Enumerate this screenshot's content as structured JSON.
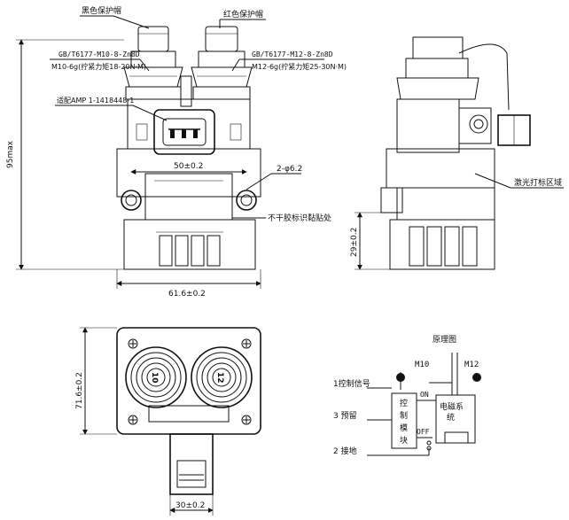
{
  "front_view": {
    "label_black_cap": "黑色保护帽",
    "label_red_cap": "红色保护帽",
    "label_m10_std": "GB/T6177-M10-8-Zn8D",
    "label_m10_torque": "M10-6g(拧紧力矩18-20N·M)",
    "label_m12_std": "GB/T6177-M12-8-Zn8D",
    "label_m12_torque": "M12-6g(拧紧力矩25-30N·M)",
    "label_connector": "适配AMP 1-1418448-1",
    "dim_height": "95max",
    "dim_hole_spacing": "50±0.2",
    "dim_hole": "2-φ6.2",
    "label_sticker": "不干胶标识黏贴处",
    "dim_width": "61.6±0.2"
  },
  "side_view": {
    "label_laser": "激光打标区域",
    "dim_29": "29±0.2"
  },
  "bottom_view": {
    "terminal_left": "10",
    "terminal_right": "12",
    "dim_height": "71.6±0.2",
    "dim_width": "30±0.2"
  },
  "schematic": {
    "title": "原理图",
    "m10": "M10",
    "m12": "M12",
    "signal": "1控制信号",
    "reserve": "3 预留",
    "ground": "2 接地",
    "module_c1": "控",
    "module_c2": "制",
    "module_c3": "模",
    "module_c4": "块",
    "on": "ON",
    "off": "OFF",
    "relay_1": "电磁系",
    "relay_2": "统"
  }
}
